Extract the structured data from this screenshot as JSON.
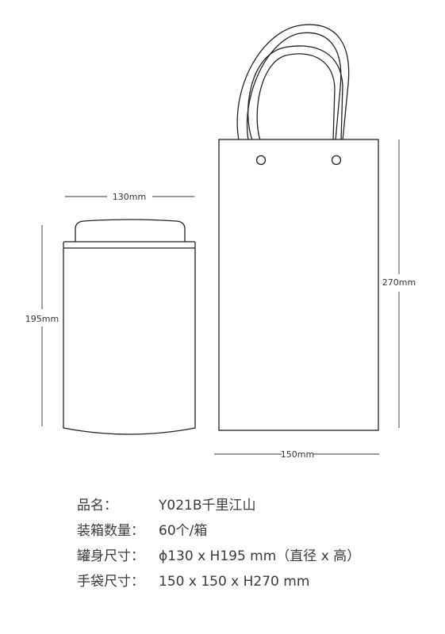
{
  "dimensions": {
    "can_width": "130mm",
    "can_height": "195mm",
    "bag_height": "270mm",
    "bag_width": "150mm"
  },
  "specs": [
    {
      "label": "品名：",
      "value": "Y021B千里江山"
    },
    {
      "label": "装箱数量：",
      "value": "60个/箱"
    },
    {
      "label": "罐身尺寸：",
      "value": "ϕ130 x H195 mm（直径 x 高）"
    },
    {
      "label": "手袋尺寸：",
      "value": "150 x 150 x H270 mm"
    }
  ]
}
